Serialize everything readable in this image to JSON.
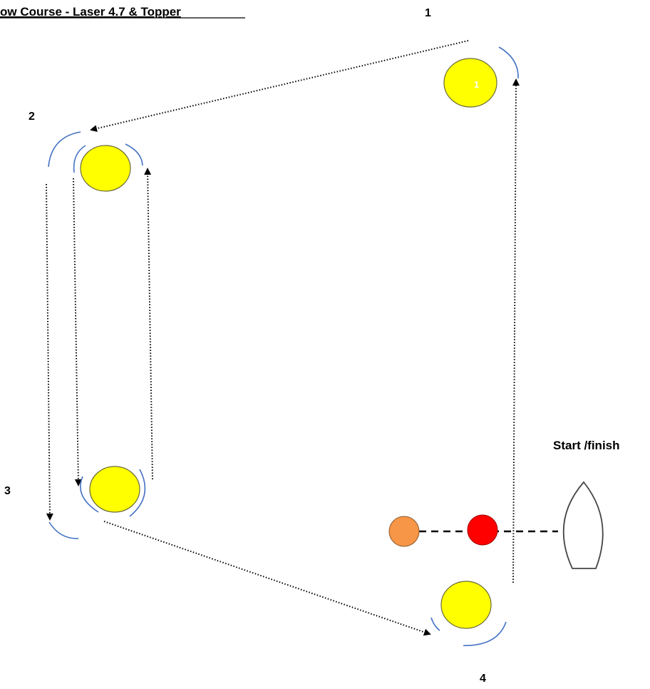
{
  "title": "ow Course - Laser 4.7 & Topper",
  "mark_labels": {
    "mark1": "1",
    "mark2": "2",
    "mark3": "3",
    "mark4": "4"
  },
  "buoy_number": "1",
  "start_finish_label": "Start /finish",
  "colors": {
    "mark_buoy": "#ffff00",
    "pin_buoy": "#f79646",
    "committee_buoy": "#ff0000",
    "rounding_arc": "#4472c4"
  }
}
